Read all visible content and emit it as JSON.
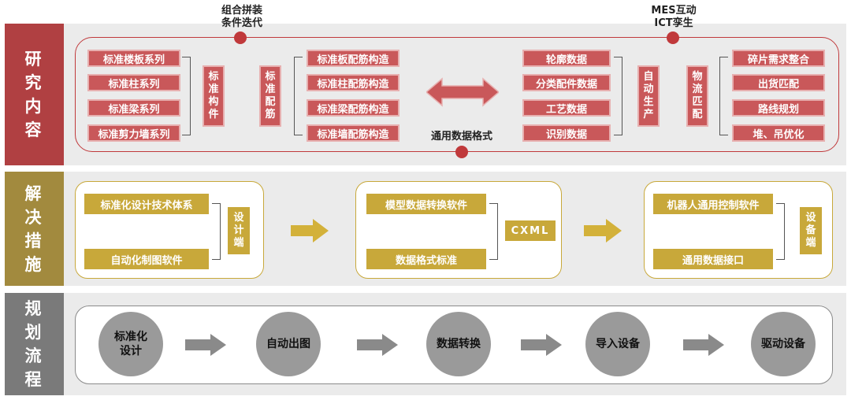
{
  "colors": {
    "research": "#b04042",
    "solution": "#a28a3e",
    "planning": "#7a7a7a"
  },
  "research": {
    "side_label": "研究内容",
    "top_left_label": "组合拼装\n条件迭代",
    "top_right_label": "MES互动\nICT孪生",
    "bottom_label": "通用数据格式",
    "standard_series": [
      "标准楼板系列",
      "标准柱系列",
      "标准梁系列",
      "标准剪力墙系列"
    ],
    "standard_component": "标准构件",
    "standard_rebar": "标准配筋",
    "rebar_structures": [
      "标准板配筋构造",
      "标准柱配筋构造",
      "标准梁配筋构造",
      "标准墙配筋构造"
    ],
    "data_items": [
      "轮廓数据",
      "分类配件数据",
      "工艺数据",
      "识别数据"
    ],
    "auto_production": "自动生产",
    "logistics_match": "物流匹配",
    "logistics_items": [
      "碎片需求整合",
      "出货匹配",
      "路线规划",
      "堆、吊优化"
    ]
  },
  "solution": {
    "side_label": "解决措施",
    "design": {
      "items": [
        "标准化设计技术体系",
        "自动化制图软件"
      ],
      "label": "设计端"
    },
    "middle": {
      "items": [
        "模型数据转换软件",
        "数据格式标准"
      ],
      "label": "CXML"
    },
    "device": {
      "items": [
        "机器人通用控制软件",
        "通用数据接口"
      ],
      "label": "设备端"
    }
  },
  "planning": {
    "side_label": "规划流程",
    "steps": [
      "标准化\n设计",
      "自动出图",
      "数据转换",
      "导入设备",
      "驱动设备"
    ]
  }
}
